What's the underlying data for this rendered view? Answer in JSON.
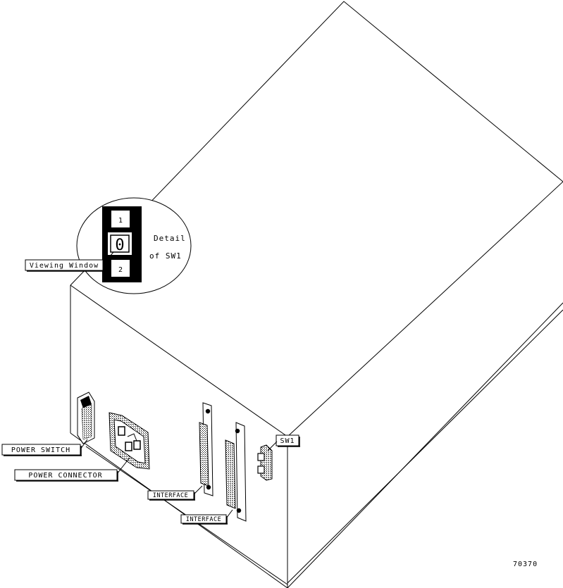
{
  "labels": {
    "viewing_window": "Viewing Window",
    "detail_line1": "Detail",
    "detail_line2": "of SW1",
    "power_switch": "POWER SWITCH",
    "power_connector": "POWER CONNECTOR",
    "interface_1": "INTERFACE",
    "interface_2": "INTERFACE",
    "sw1": "SW1"
  },
  "switch_detail": {
    "position_top": "1",
    "position_current": "0",
    "position_bottom": "2"
  },
  "figure_number": "70370"
}
